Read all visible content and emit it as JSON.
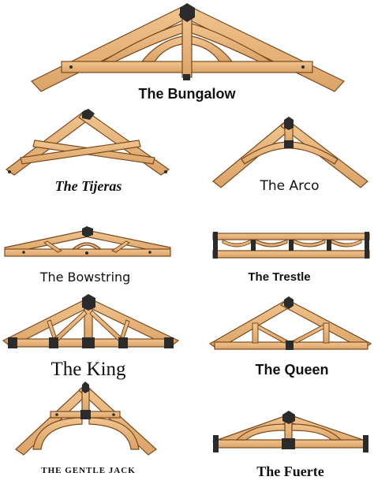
{
  "trusses": [
    {
      "key": "bungalow",
      "name": "The Bungalow"
    },
    {
      "key": "tijeras",
      "name": "The Tijeras"
    },
    {
      "key": "arco",
      "name": "The Arco"
    },
    {
      "key": "bowstring",
      "name": "The Bowstring"
    },
    {
      "key": "trestle",
      "name": "The Trestle"
    },
    {
      "key": "king",
      "name": "The King"
    },
    {
      "key": "queen",
      "name": "The Queen"
    },
    {
      "key": "gentle_jack",
      "name": "The Gentle Jack"
    },
    {
      "key": "fuerte",
      "name": "The Fuerte"
    }
  ],
  "colors": {
    "wood": "#e8b479",
    "wood_stroke": "#7a4a1e",
    "bracket": "#2b2b2b",
    "text": "#111111"
  }
}
